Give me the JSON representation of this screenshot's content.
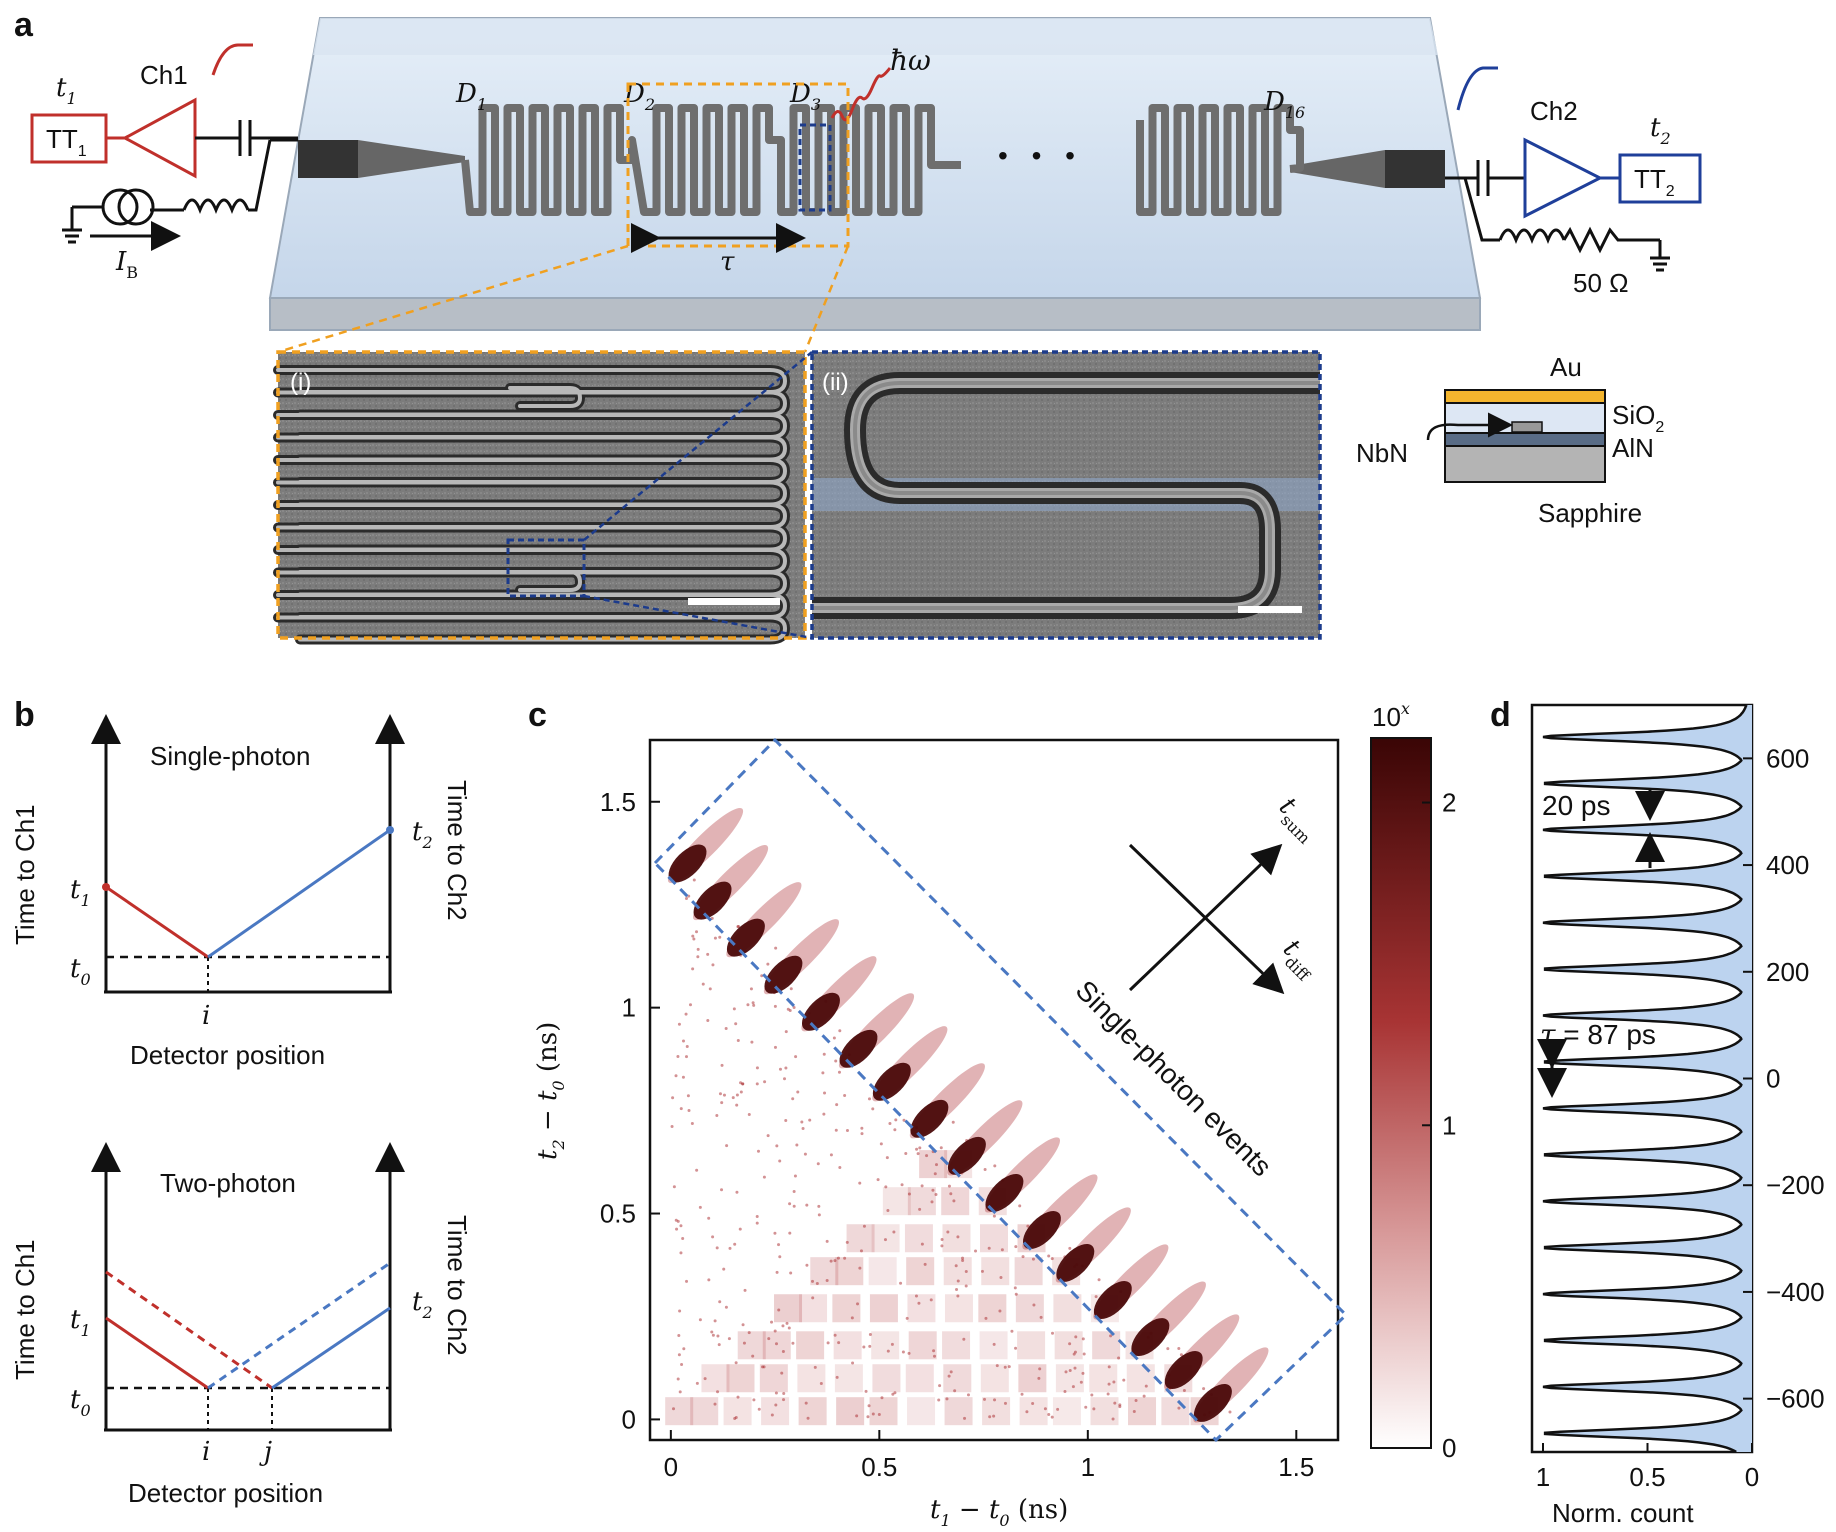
{
  "panel_labels": {
    "a": "a",
    "b": "b",
    "c": "c",
    "d": "d"
  },
  "panel_a": {
    "ch1": "Ch1",
    "ch2": "Ch2",
    "tt1_main": "TT",
    "tt1_sub": "1",
    "tt2_main": "TT",
    "tt2_sub": "2",
    "t1_main": "t",
    "t1_sub": "1",
    "t2_main": "t",
    "t2_sub": "2",
    "ib_main": "I",
    "ib_sub": "B",
    "photon": "ħω",
    "tau": "τ",
    "resistor": "50 Ω",
    "detectors": [
      {
        "main": "D",
        "sub": "1"
      },
      {
        "main": "D",
        "sub": "2"
      },
      {
        "main": "D",
        "sub": "3"
      },
      {
        "main": "D",
        "sub": "16"
      }
    ],
    "ellipsis": "• • •",
    "inset_i": "(i)",
    "inset_ii": "(ii)",
    "stack": {
      "au": "Au",
      "sio2_main": "SiO",
      "sio2_sub": "2",
      "aln": "AlN",
      "nbn": "NbN",
      "sapphire": "Sapphire"
    },
    "colors": {
      "ch1": "#c0302b",
      "ch2": "#1f3f9a",
      "orange": "#f0a020",
      "navy": "#1c3b8c",
      "chip": "#cfdff0"
    }
  },
  "panel_b": {
    "top": {
      "title": "Single-photon",
      "ylabel_left": "Time to Ch1",
      "ylabel_right": "Time to Ch2",
      "xlabel": "Detector position",
      "t1_main": "t",
      "t1_sub": "1",
      "t2_main": "t",
      "t2_sub": "2",
      "t0_main": "t",
      "t0_sub": "0",
      "i": "i"
    },
    "bottom": {
      "title": "Two-photon",
      "ylabel_left": "Time to Ch1",
      "ylabel_right": "Time to Ch2",
      "xlabel": "Detector position",
      "t1_main": "t",
      "t1_sub": "1",
      "t2_main": "t",
      "t2_sub": "2",
      "t0_main": "t",
      "t0_sub": "0",
      "i": "i",
      "j": "j"
    }
  },
  "chart_data": [
    {
      "type": "heatmap",
      "panel": "c",
      "xlabel": "t1 − t0 (ns)",
      "ylabel": "t2 − t0 (ns)",
      "xlim": [
        -0.05,
        1.6
      ],
      "ylim": [
        -0.05,
        1.65
      ],
      "xticks": [
        0,
        0.5,
        1,
        1.5
      ],
      "xtick_labels": [
        "0",
        "0.5",
        "1",
        "1.5"
      ],
      "yticks": [
        0,
        0.5,
        1,
        1.5
      ],
      "ytick_labels": [
        "0",
        "0.5",
        "1",
        "1.5"
      ],
      "x_label_parts": {
        "a_main": "t",
        "a_sub": "1",
        "b_main": "t",
        "b_sub": "0",
        "unit": "(ns)"
      },
      "y_label_parts": {
        "a_main": "t",
        "a_sub": "2",
        "b_main": "t",
        "b_sub": "0",
        "unit": "(ns)"
      },
      "single_photon_clusters": [
        {
          "t1": 0.04,
          "t2": 1.35
        },
        {
          "t1": 0.1,
          "t2": 1.26
        },
        {
          "t1": 0.18,
          "t2": 1.17
        },
        {
          "t1": 0.27,
          "t2": 1.08
        },
        {
          "t1": 0.36,
          "t2": 0.99
        },
        {
          "t1": 0.45,
          "t2": 0.9
        },
        {
          "t1": 0.53,
          "t2": 0.82
        },
        {
          "t1": 0.62,
          "t2": 0.73
        },
        {
          "t1": 0.71,
          "t2": 0.64
        },
        {
          "t1": 0.8,
          "t2": 0.55
        },
        {
          "t1": 0.89,
          "t2": 0.46
        },
        {
          "t1": 0.97,
          "t2": 0.38
        },
        {
          "t1": 1.06,
          "t2": 0.29
        },
        {
          "t1": 1.15,
          "t2": 0.2
        },
        {
          "t1": 1.23,
          "t2": 0.12
        },
        {
          "t1": 1.3,
          "t2": 0.04
        }
      ],
      "annotation": "Single-photon events",
      "axis_arrows": {
        "sum_main": "t",
        "sum_sub": "sum",
        "diff_main": "t",
        "diff_sub": "diff"
      },
      "colorbar": {
        "title_main": "10",
        "title_sup": "x",
        "range": [
          0,
          2.2
        ],
        "ticks": [
          0,
          1,
          2
        ],
        "tick_labels": [
          "0",
          "1",
          "2"
        ],
        "color_low": "#ffffff",
        "color_high": "#3a0505"
      },
      "point_color": "#a8262a"
    },
    {
      "type": "line",
      "panel": "d",
      "orientation": "vertical",
      "xlabel": "Norm. count",
      "x_reversed": true,
      "xlim": [
        1,
        0
      ],
      "xticks": [
        1,
        0.5,
        0
      ],
      "xtick_labels": [
        "1",
        "0.5",
        "0"
      ],
      "ylim": [
        -700,
        700
      ],
      "yticks": [
        600,
        400,
        200,
        0,
        -200,
        -400,
        -600
      ],
      "ytick_labels": [
        "600",
        "400",
        "200",
        "0",
        "−200",
        "−400",
        "−600"
      ],
      "peak_centers": [
        640,
        553,
        466,
        379,
        292,
        205,
        118,
        31,
        -56,
        -143,
        -230,
        -317,
        -404,
        -491,
        -578,
        -665
      ],
      "peak_fwhm": 20,
      "annotations": {
        "width": "20 ps",
        "spacing_symbol": "τ",
        "spacing_value": "= 87 ps"
      },
      "fill_color": "#bcd3ef",
      "line_color": "#111111"
    }
  ]
}
